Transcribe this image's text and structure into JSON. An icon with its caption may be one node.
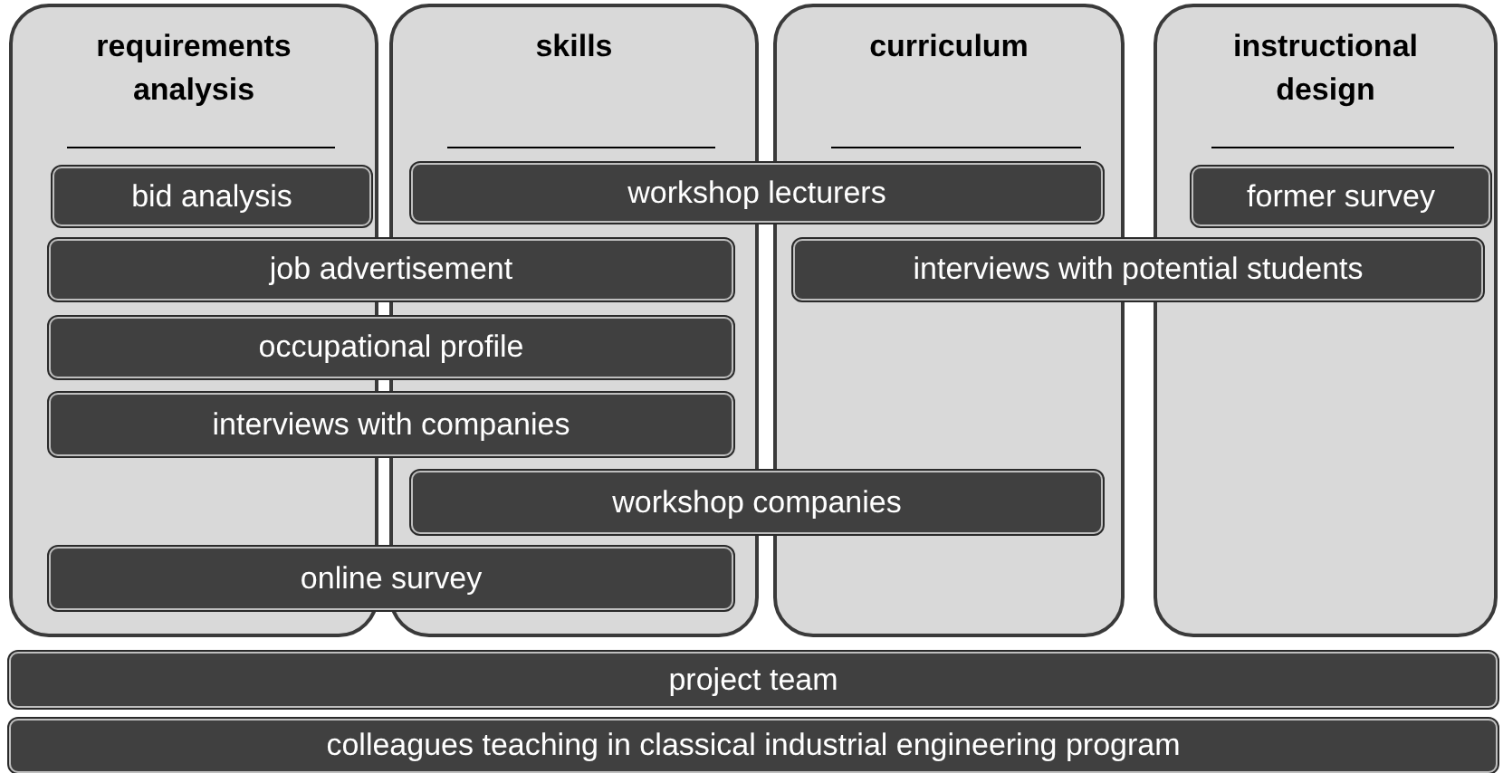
{
  "diagram": {
    "nodes": [
      {
        "text": [
          "requirements analysis"
        ]
      },
      {
        "text": [
          "skills"
        ]
      },
      {
        "text": [
          "curriculum"
        ]
      },
      {
        "text": [
          "instructional design"
        ]
      },
      {
        "text": [
          "bid analysis"
        ],
        "in": 0
      },
      {
        "text": [
          "workshop lecturers"
        ]
      },
      {
        "text": [
          "former survey"
        ],
        "in": 3
      },
      {
        "text": [
          "job advertisement"
        ]
      },
      {
        "text": [
          "interviews with potential students"
        ]
      },
      {
        "text": [
          "occupational profile"
        ]
      },
      {
        "text": [
          "interviews with companies"
        ]
      },
      {
        "text": [
          "workshop companies"
        ]
      },
      {
        "text": [
          "online survey"
        ]
      },
      {
        "text": [
          "project team"
        ]
      },
      {
        "text": [
          "colleagues teaching in classical industrial engineering program"
        ]
      }
    ]
  }
}
